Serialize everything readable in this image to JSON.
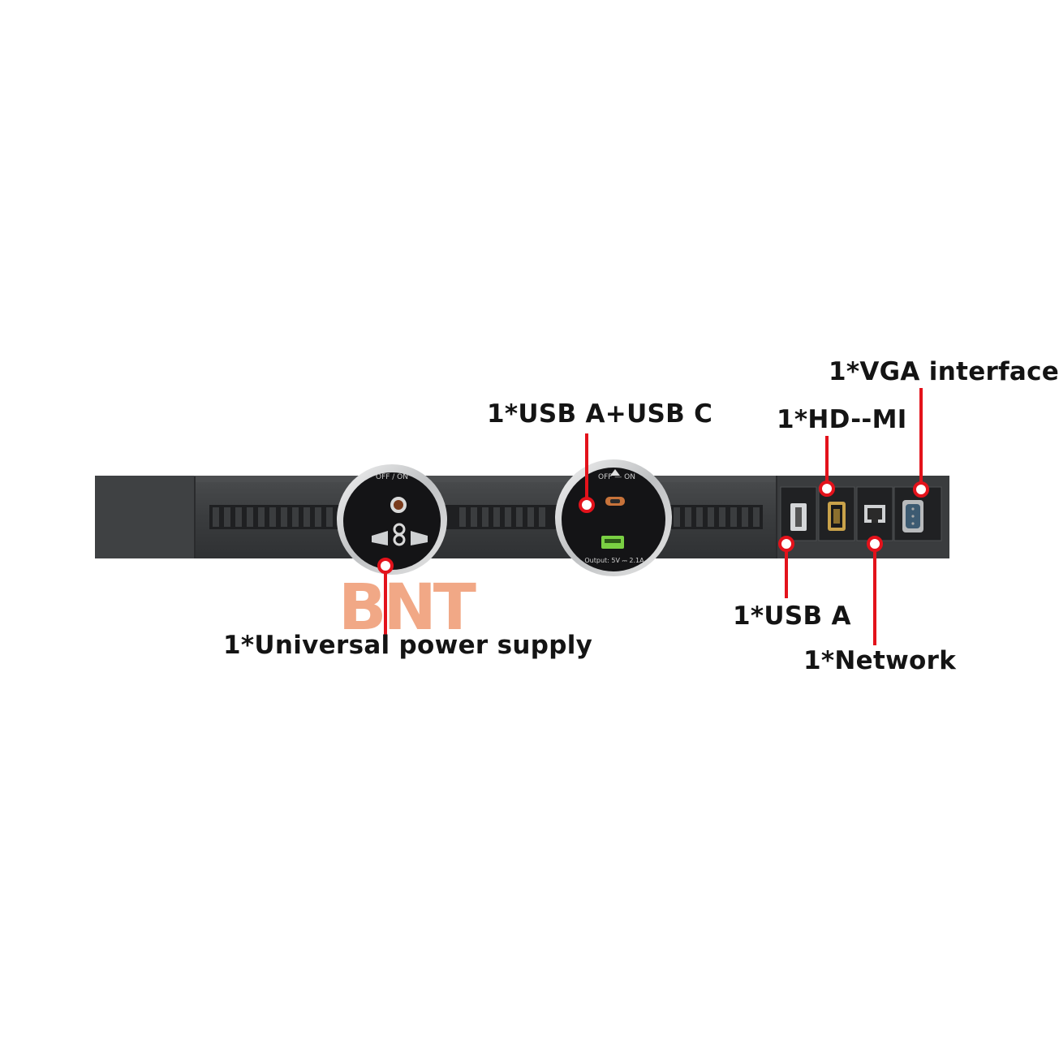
{
  "brand": {
    "logo_text": "BNT"
  },
  "socket_module": {
    "status_text": "OFF / ON"
  },
  "usb_module": {
    "arrow_text": "UP",
    "status_text": "OFF — ON",
    "output_text": "Output: 5V ⎓ 2.1A"
  },
  "callouts": {
    "vga": "1*VGA interface",
    "usb_ac": "1*USB A+USB C",
    "hdmi": "1*HD--MI",
    "universal_power": "1*Universal power supply",
    "usb_a": "1*USB A",
    "network": "1*Network"
  },
  "colors": {
    "callout_red": "#e3121b",
    "bar_body": "#3d3f41",
    "logo_orange": "#ef9a72",
    "logo_blue": "#9aa7c6"
  }
}
